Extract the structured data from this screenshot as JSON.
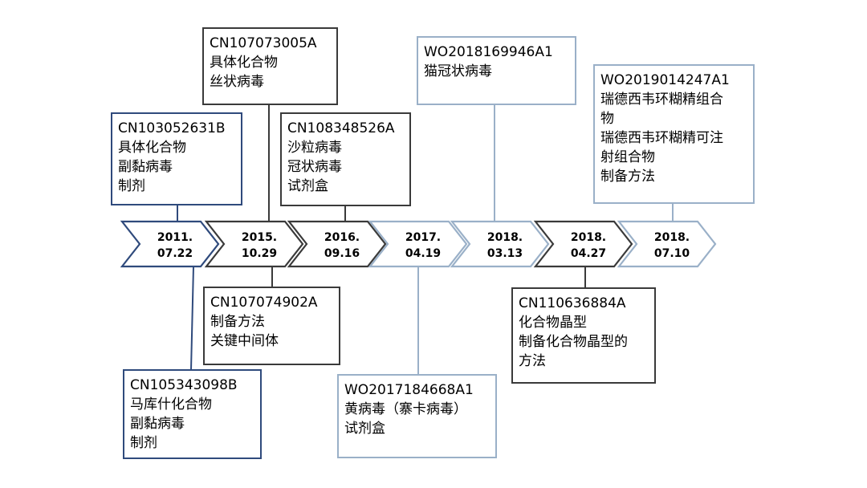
{
  "timeline": [
    {
      "date_line1": "2011.",
      "date_line2": "07.22",
      "color": "#2f4a7c"
    },
    {
      "date_line1": "2015.",
      "date_line2": "10.29",
      "color": "#3a3a3a"
    },
    {
      "date_line1": "2016.",
      "date_line2": "09.16",
      "color": "#3a3a3a"
    },
    {
      "date_line1": "2017.",
      "date_line2": "04.19",
      "color": "#9ab0c8"
    },
    {
      "date_line1": "2018.",
      "date_line2": "03.13",
      "color": "#9ab0c8"
    },
    {
      "date_line1": "2018.",
      "date_line2": "04.27",
      "color": "#3a3a3a"
    },
    {
      "date_line1": "2018.",
      "date_line2": "07.10",
      "color": "#9ab0c8"
    }
  ],
  "patents": [
    {
      "id": "CN103052631B",
      "lines": [
        "具体化合物",
        "副黏病毒",
        "制剂"
      ],
      "color": "#2f4a7c"
    },
    {
      "id": "CN105343098B",
      "lines": [
        "马库什化合物",
        "副黏病毒",
        "制剂"
      ],
      "color": "#2f4a7c"
    },
    {
      "id": "CN107073005A",
      "lines": [
        "具体化合物",
        "丝状病毒"
      ],
      "color": "#3a3a3a"
    },
    {
      "id": "CN107074902A",
      "lines": [
        "制备方法",
        "关键中间体"
      ],
      "color": "#3a3a3a"
    },
    {
      "id": "CN108348526A",
      "lines": [
        "沙粒病毒",
        "冠状病毒",
        "试剂盒"
      ],
      "color": "#3a3a3a"
    },
    {
      "id": "WO2017184668A1",
      "lines": [
        "黄病毒（寨卡病毒）",
        "试剂盒"
      ],
      "color": "#9ab0c8"
    },
    {
      "id": "WO2018169946A1",
      "lines": [
        "猫冠状病毒"
      ],
      "color": "#9ab0c8"
    },
    {
      "id": "CN110636884A",
      "lines": [
        "化合物晶型",
        "制备化合物晶型的",
        "方法"
      ],
      "color": "#3a3a3a"
    },
    {
      "id": "WO2019014247A1",
      "lines": [
        "瑞德西韦环糊精组合",
        "物",
        "瑞德西韦环糊精可注",
        "射组合物",
        "制备方法"
      ],
      "color": "#9ab0c8"
    }
  ]
}
